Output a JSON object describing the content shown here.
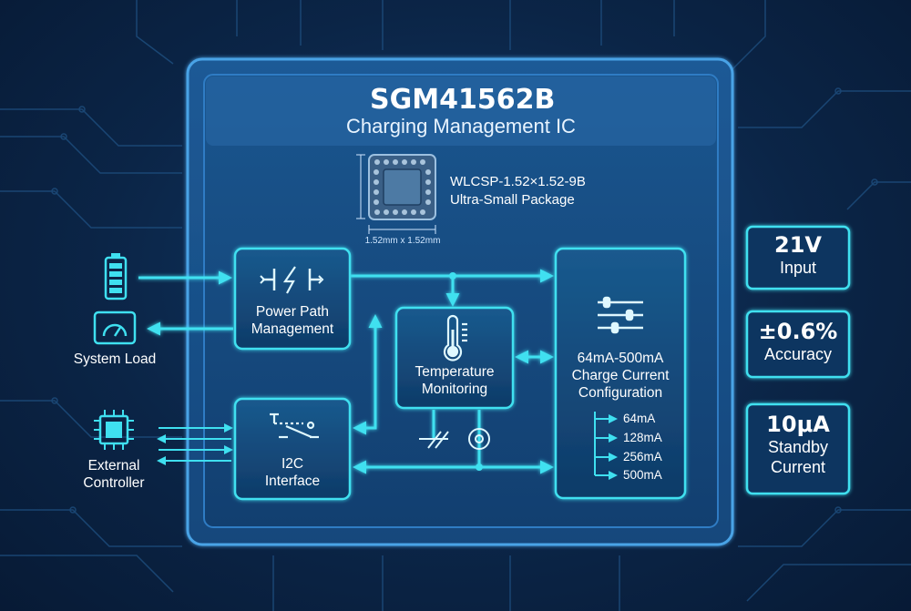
{
  "title": "SGM41562B",
  "subtitle": "Charging Management IC",
  "package": {
    "line1": "WLCSP-1.52×1.52-9B",
    "line2": "Ultra-Small Package",
    "dimension": "1.52mm x 1.52mm"
  },
  "blocks": {
    "power_path": {
      "line1": "Power Path",
      "line2": "Management",
      "icon": "switch-icon"
    },
    "i2c": {
      "line1": "I2C",
      "line2": "Interface",
      "icon": "interface-switch-icon"
    },
    "temperature": {
      "line1": "Temperature",
      "line2": "Monitoring",
      "icon": "thermometer-icon"
    },
    "charge": {
      "line1": "64mA-500mA",
      "line2": "Charge Current",
      "line3": "Configuration",
      "icon": "sliders-icon",
      "options": [
        "64mA",
        "128mA",
        "256mA",
        "500mA"
      ]
    }
  },
  "external": {
    "system_load": "System Load",
    "controller_line1": "External",
    "controller_line2": "Controller"
  },
  "specs": [
    {
      "value": "21V",
      "label1": "Input",
      "label2": ""
    },
    {
      "value": "±0.6%",
      "label1": "Accuracy",
      "label2": ""
    },
    {
      "value": "10μA",
      "label1": "Standby",
      "label2": "Current"
    }
  ],
  "colors": {
    "background": "#0b2547",
    "accent": "#3fe0f0",
    "panel": "#1a4f86",
    "block_fill": "#12416f"
  }
}
